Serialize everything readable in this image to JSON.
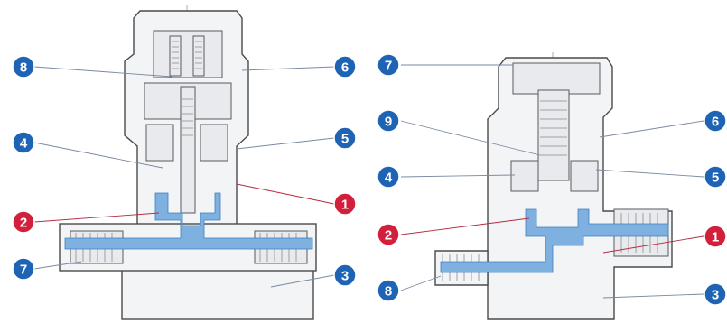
{
  "badge_colors": {
    "blue": "#1f64b4",
    "red": "#d2203c"
  },
  "flow_color": "#7fb1e0",
  "left_valve": {
    "callouts": [
      {
        "label": "8",
        "color": "blue"
      },
      {
        "label": "4",
        "color": "blue"
      },
      {
        "label": "2",
        "color": "red"
      },
      {
        "label": "7",
        "color": "blue"
      },
      {
        "label": "6",
        "color": "blue"
      },
      {
        "label": "5",
        "color": "blue"
      },
      {
        "label": "1",
        "color": "red"
      },
      {
        "label": "3",
        "color": "blue"
      }
    ]
  },
  "right_valve": {
    "callouts": [
      {
        "label": "7",
        "color": "blue"
      },
      {
        "label": "9",
        "color": "blue"
      },
      {
        "label": "4",
        "color": "blue"
      },
      {
        "label": "2",
        "color": "red"
      },
      {
        "label": "8",
        "color": "blue"
      },
      {
        "label": "6",
        "color": "blue"
      },
      {
        "label": "5",
        "color": "blue"
      },
      {
        "label": "1",
        "color": "red"
      },
      {
        "label": "3",
        "color": "blue"
      }
    ]
  }
}
